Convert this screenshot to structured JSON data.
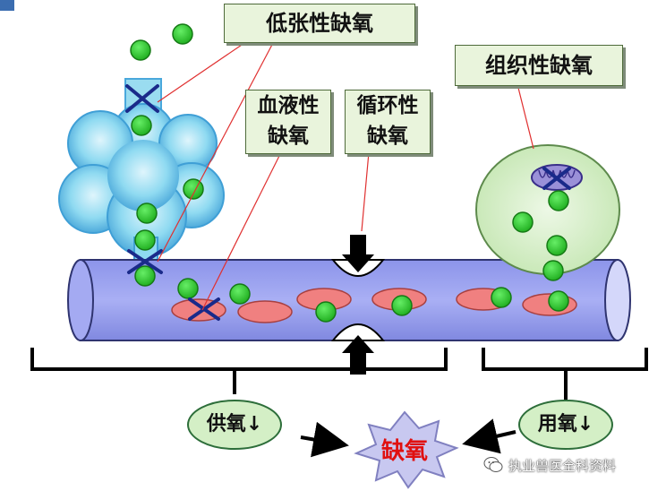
{
  "labels": {
    "hypotonic_hypoxia": "低张性缺氧",
    "histotoxic_hypoxia": "组织性缺氧",
    "hemic_line1": "血液性",
    "hemic_line2": "缺氧",
    "circulatory_line1": "循环性",
    "circulatory_line2": "缺氧",
    "oxygen_supply": "供氧↓",
    "oxygen_use": "用氧↓",
    "hypoxia": "缺氧"
  },
  "watermark": "执业兽医全科资料",
  "icons": [
    "wechat-icon"
  ],
  "colors": {
    "lung": "#7fd4ee",
    "vessel": "#9da4f0",
    "red_cell": "#f08080",
    "oxygen": "#33cc33",
    "label_box": "#e9f4dc",
    "cell": "#d4efc6",
    "cross": "#1a2a8a",
    "hypoxia_text": "#e01010"
  }
}
